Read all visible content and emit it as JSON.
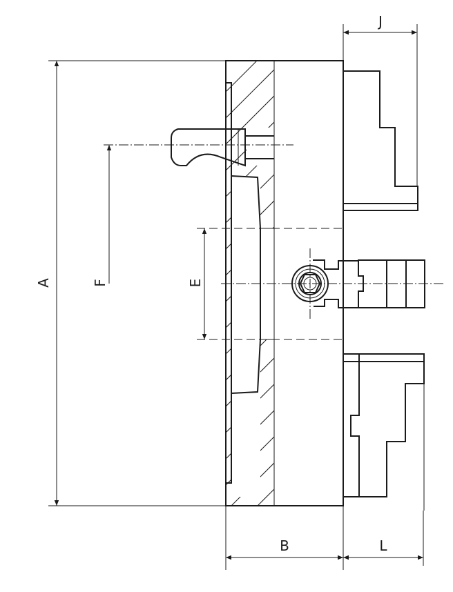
{
  "labels": {
    "A": "A",
    "B": "B",
    "E": "E",
    "F": "F",
    "J": "J",
    "L": "L"
  },
  "colors": {
    "line": "#1a1a1a",
    "background": "#ffffff"
  }
}
